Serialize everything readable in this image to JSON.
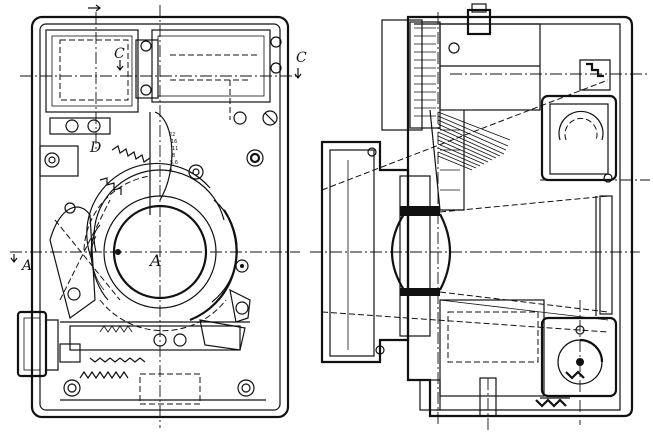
{
  "labels": {
    "a_center": "A",
    "a_left": "A",
    "c_left": "C",
    "c_right": "C",
    "d": "D"
  },
  "scale_marks": [
    "22",
    "16",
    "11",
    "8",
    "5,6",
    "4"
  ]
}
